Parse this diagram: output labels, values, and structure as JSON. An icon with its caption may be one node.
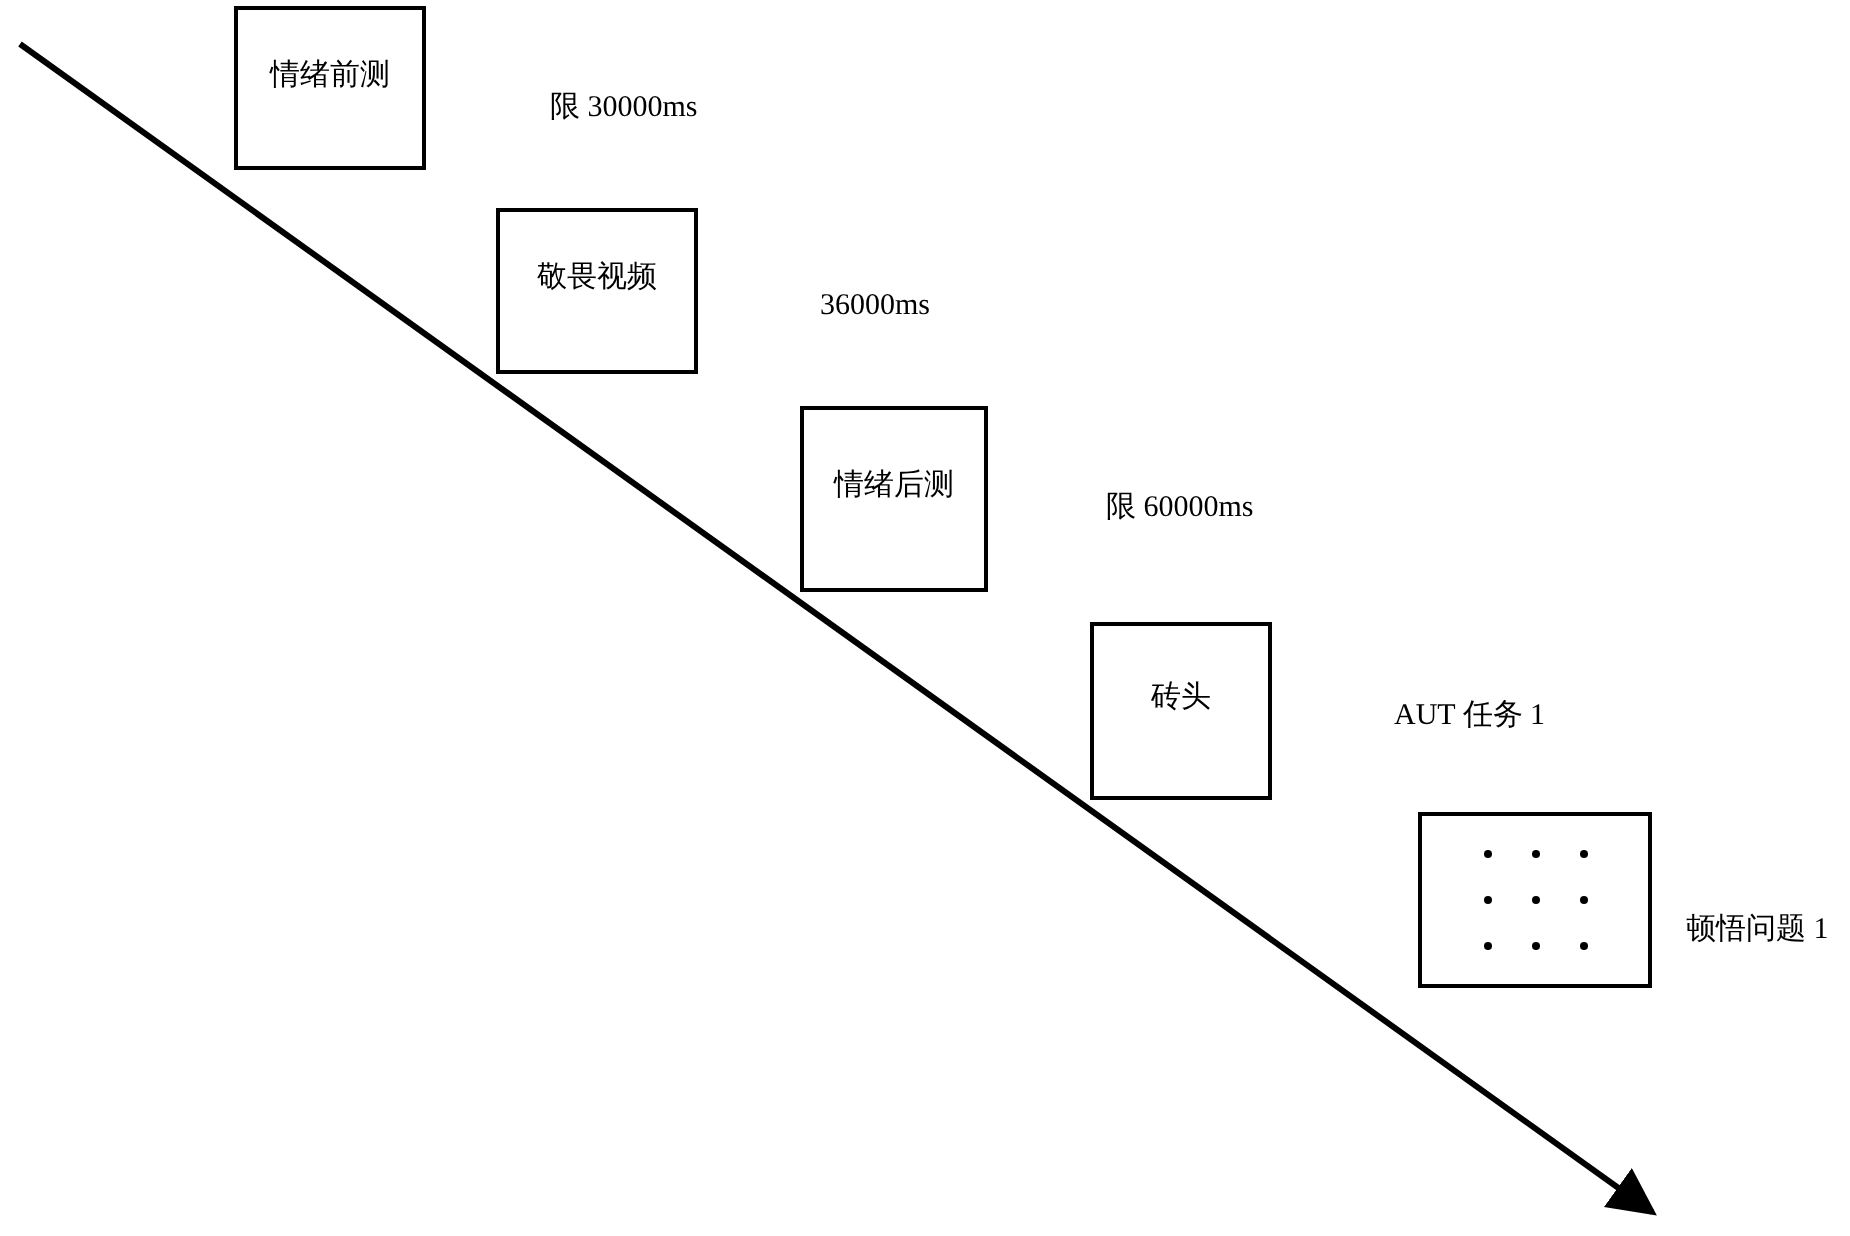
{
  "diagram": {
    "nodes": [
      {
        "text": [
          "情绪前测"
        ]
      },
      {
        "text": [
          "敬畏视频"
        ]
      },
      {
        "text": [
          "情绪后测"
        ]
      },
      {
        "text": [
          "砖头"
        ]
      },
      {
        "text": [],
        "shape": "box"
      }
    ],
    "labels": [
      "限 30000ms",
      "36000ms",
      "限 60000ms",
      "AUT 任务 1",
      "顿悟问题 1"
    ]
  }
}
